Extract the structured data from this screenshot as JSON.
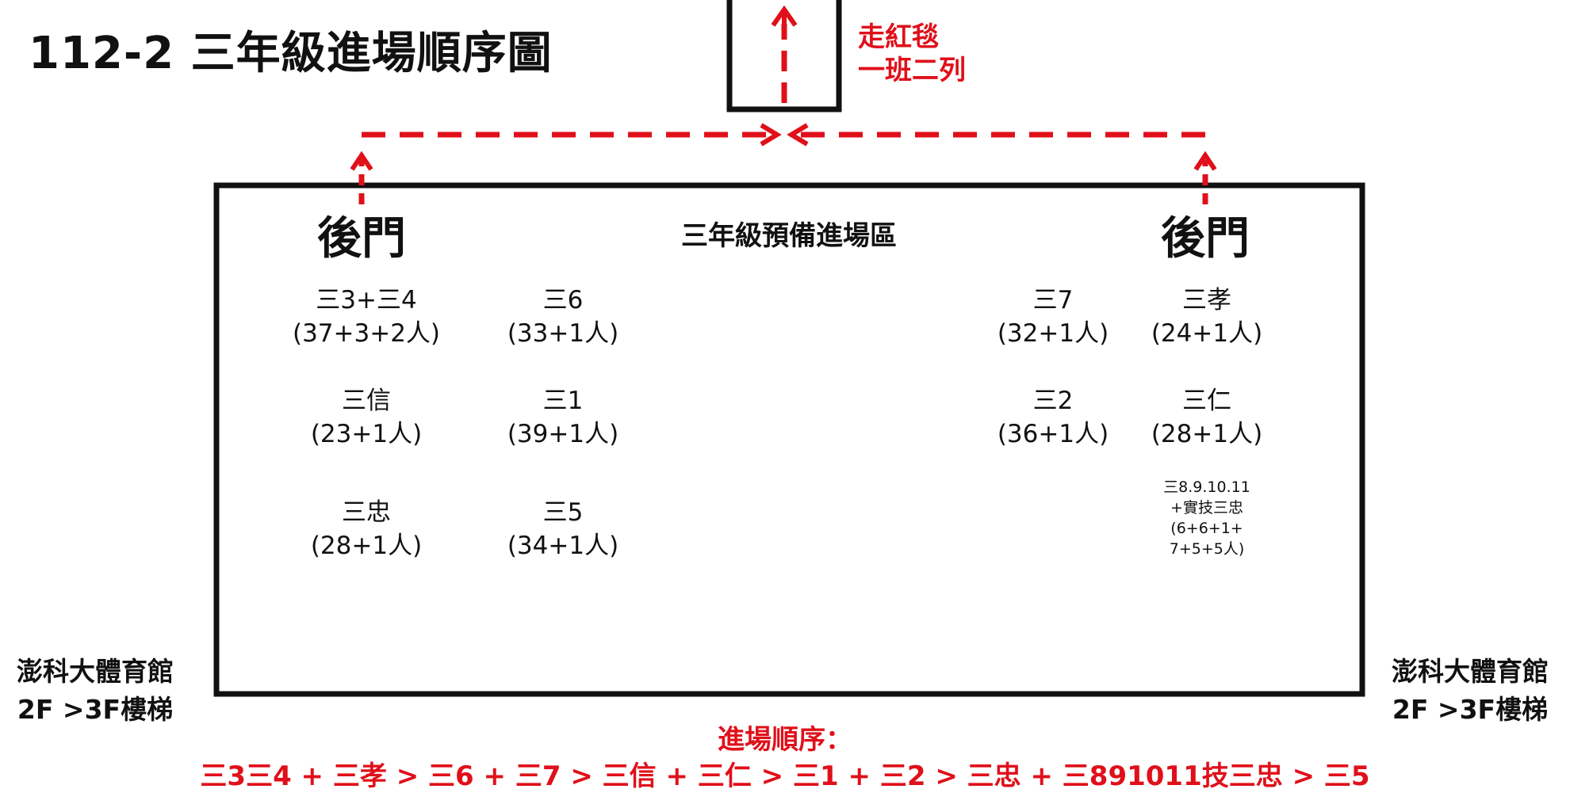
{
  "title": "112-2 三年級進場順序圖",
  "red_carpet": {
    "line1": "走紅毯",
    "line2": "一班二列"
  },
  "zone_title": "三年級預備進場區",
  "doors": {
    "left": "後門",
    "right": "後門"
  },
  "classes": {
    "left_col1": [
      {
        "name": "三3+三4",
        "count": "(37+3+2人)"
      },
      {
        "name": "三信",
        "count": "(23+1人)"
      },
      {
        "name": "三忠",
        "count": "(28+1人)"
      }
    ],
    "left_col2": [
      {
        "name": "三6",
        "count": "(33+1人)"
      },
      {
        "name": "三1",
        "count": "(39+1人)"
      },
      {
        "name": "三5",
        "count": "(34+1人)"
      }
    ],
    "right_col1": [
      {
        "name": "三7",
        "count": "(32+1人)"
      },
      {
        "name": "三2",
        "count": "(36+1人)"
      }
    ],
    "right_col2": [
      {
        "name": "三孝",
        "count": "(24+1人)"
      },
      {
        "name": "三仁",
        "count": "(28+1人)"
      }
    ],
    "combined": {
      "line1": "三8.9.10.11",
      "line2": "+實技三忠",
      "line3": "(6+6+1+",
      "line4": "7+5+5人)"
    }
  },
  "stairs": {
    "left": {
      "line1": "澎科大體育館",
      "line2": "2F >3F樓梯"
    },
    "right": {
      "line1": "澎科大體育館",
      "line2": "2F >3F樓梯"
    }
  },
  "entry_order": {
    "label": "進場順序：",
    "sequence": "三3三4 + 三孝 > 三6 + 三7 > 三信  +  三仁 > 三1 + 三2 > 三忠 + 三891011技三忠 > 三5"
  },
  "colors": {
    "accent_red": "#e0101a",
    "outline": "#111111"
  },
  "icons": [
    "up-arrow-icon",
    "right-arrow-icon",
    "left-arrow-icon"
  ]
}
